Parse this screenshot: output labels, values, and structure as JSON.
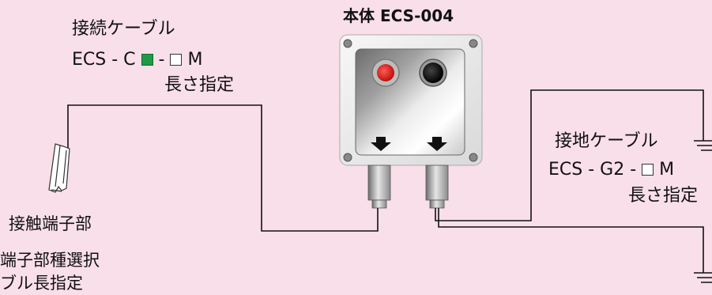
{
  "body_title": "本体 ECS-004",
  "connection_cable": {
    "title": "接続ケーブル",
    "code_prefix": "ECS - C",
    "code_sep": "-",
    "code_unit": "M",
    "length_note": "長さ指定"
  },
  "ground_cable": {
    "title": "接地ケーブル",
    "code_prefix": "ECS - G2 -",
    "code_unit": "M",
    "length_note": "長さ指定"
  },
  "contact_terminal": {
    "title": "接触端子部",
    "line1": "端子部種選択",
    "line2": "ブル長指定"
  },
  "colors": {
    "background": "#f9dfea",
    "lamp_red": "#e0201c",
    "color_square": "#1f9a45"
  },
  "icons": [
    "clip-icon",
    "ground-symbol-icon",
    "arrow-down-icon",
    "screw-icon",
    "lamp-icon"
  ]
}
